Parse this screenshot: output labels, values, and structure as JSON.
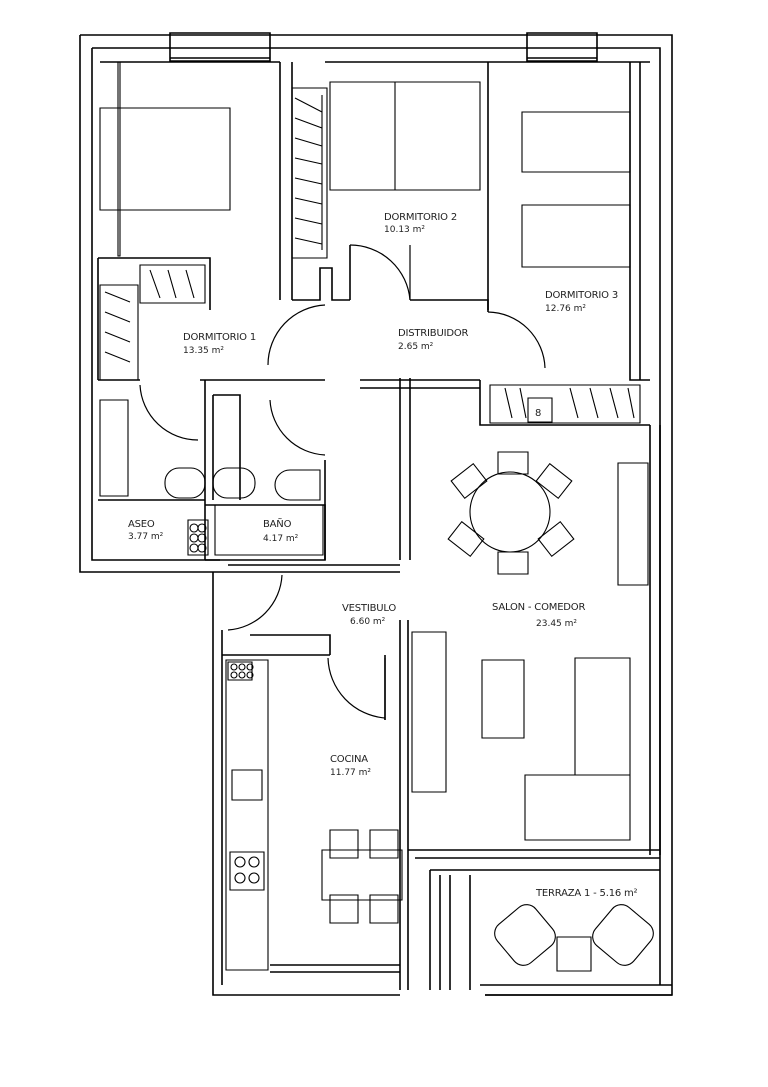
{
  "plan": {
    "line_color": "#000000",
    "background": "#ffffff",
    "rooms": [
      {
        "id": "dormitorio-2",
        "name": "DORMITORIO 2",
        "area": "10.13 m²"
      },
      {
        "id": "dormitorio-3",
        "name": "DORMITORIO 3",
        "area": "12.76 m²"
      },
      {
        "id": "dormitorio-1",
        "name": "DORMITORIO 1",
        "area": "13.35 m²"
      },
      {
        "id": "distribuidor",
        "name": "DISTRIBUIDOR",
        "area": "2.65 m²"
      },
      {
        "id": "aseo",
        "name": "ASEO",
        "area": "3.77 m²"
      },
      {
        "id": "bano",
        "name": "BAÑO",
        "area": "4.17 m²"
      },
      {
        "id": "vestibulo",
        "name": "VESTIBULO",
        "area": "6.60 m²"
      },
      {
        "id": "salon-comedor",
        "name": "SALON - COMEDOR",
        "area": "23.45 m²"
      },
      {
        "id": "cocina",
        "name": "COCINA",
        "area": "11.77 m²"
      },
      {
        "id": "terraza-1",
        "name": "TERRAZA 1 - 5.16 m²",
        "area": ""
      }
    ],
    "wardrobe_number": "8"
  }
}
